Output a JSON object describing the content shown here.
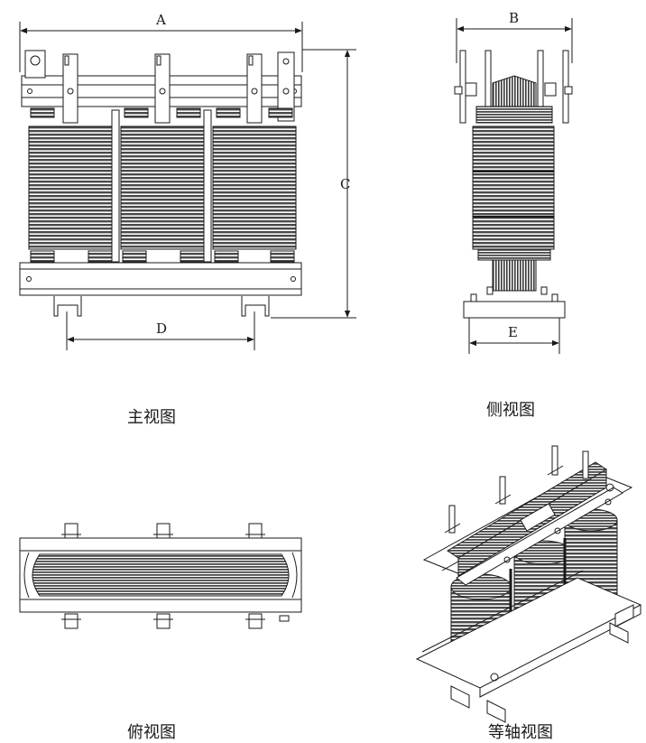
{
  "views": {
    "front": {
      "caption": "主视图"
    },
    "side": {
      "caption": "侧视图"
    },
    "top": {
      "caption": "俯视图"
    },
    "iso": {
      "caption": "等轴视图"
    }
  },
  "dimensions": {
    "a": "A",
    "b": "B",
    "c": "C",
    "d": "D",
    "e": "E"
  },
  "colors": {
    "line": "#1a1a1a",
    "winding": "#555555",
    "winding_dark": "#333333",
    "fill_light": "#eeeeee",
    "background": "#ffffff"
  }
}
